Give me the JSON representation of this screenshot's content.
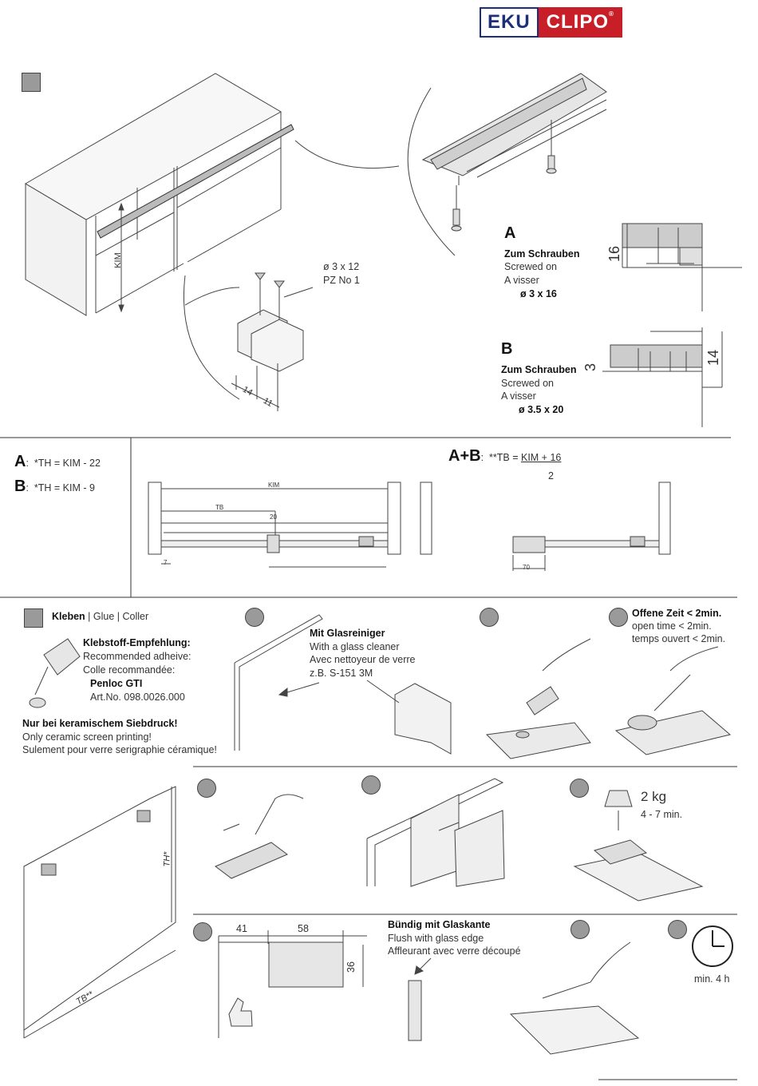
{
  "logo": {
    "left": "EKU",
    "right": "CLIPO",
    "reg": "®",
    "colors": {
      "eku": "#1d2f7a",
      "clipo": "#c81e28"
    }
  },
  "section1": {
    "cabinet_label": "KIM",
    "screw_spec": {
      "size": "ø 3 x 12",
      "drive": "PZ No 1"
    },
    "dims": {
      "d14": "14",
      "d11": "11"
    },
    "A": {
      "letter": "A",
      "title": "Zum Schrauben",
      "en": "Screwed on",
      "fr": "A visser",
      "screw": "ø 3 x 16",
      "dim": "16"
    },
    "B": {
      "letter": "B",
      "title": "Zum Schrauben",
      "en": "Screwed on",
      "fr": "A visser",
      "screw": "ø 3.5 x 20",
      "dim_left": "3",
      "dim_right": "14"
    }
  },
  "formulas": {
    "A": {
      "letter": "A",
      "sep": ":",
      "text": "*TH = KIM - 22"
    },
    "B": {
      "letter": "B",
      "sep": ":",
      "text": "*TH = KIM - 9"
    },
    "AB": {
      "letter": "A+B",
      "sep": ":",
      "prefix": "**TB =",
      "numerator": "KIM + 16",
      "denominator": "2"
    },
    "drawing_labels": {
      "kim": "KIM",
      "tb": "TB",
      "d20": "20",
      "d7": "7",
      "d70": "70"
    }
  },
  "glue": {
    "heading_main": "Kleben",
    "heading_rest": " | Glue | Coller",
    "recommend": {
      "title": "Klebstoff-Empfehlung:",
      "en": "Recommended adheive:",
      "fr": "Colle recommandée:",
      "product": "Penloc GTI",
      "art": "Art.No. 098.0026.000"
    },
    "ceramic": {
      "title": "Nur bei keramischem Siebdruck!",
      "en": "Only ceramic screen printing!",
      "fr": "Sulement pour verre serigraphie céramique!"
    },
    "cleaner": {
      "title": "Mit Glasreiniger",
      "en": "With a glass cleaner",
      "fr": "Avec nettoyeur de verre",
      "example": "z.B. S-151 3M"
    },
    "open_time": {
      "title": "Offene Zeit < 2min.",
      "en": "open time < 2min.",
      "fr": "temps ouvert < 2min."
    },
    "weight": {
      "kg": "2 kg",
      "time": "4 - 7 min."
    },
    "flush": {
      "title": "Bündig mit Glaskante",
      "en": "Flush with glass edge",
      "fr": "Affleurant avec verre découpé"
    },
    "dims": {
      "d41": "41",
      "d58": "58",
      "d36": "36",
      "th": "TH*",
      "tb": "TB**"
    },
    "clock": {
      "label": "min. 4 h"
    }
  }
}
